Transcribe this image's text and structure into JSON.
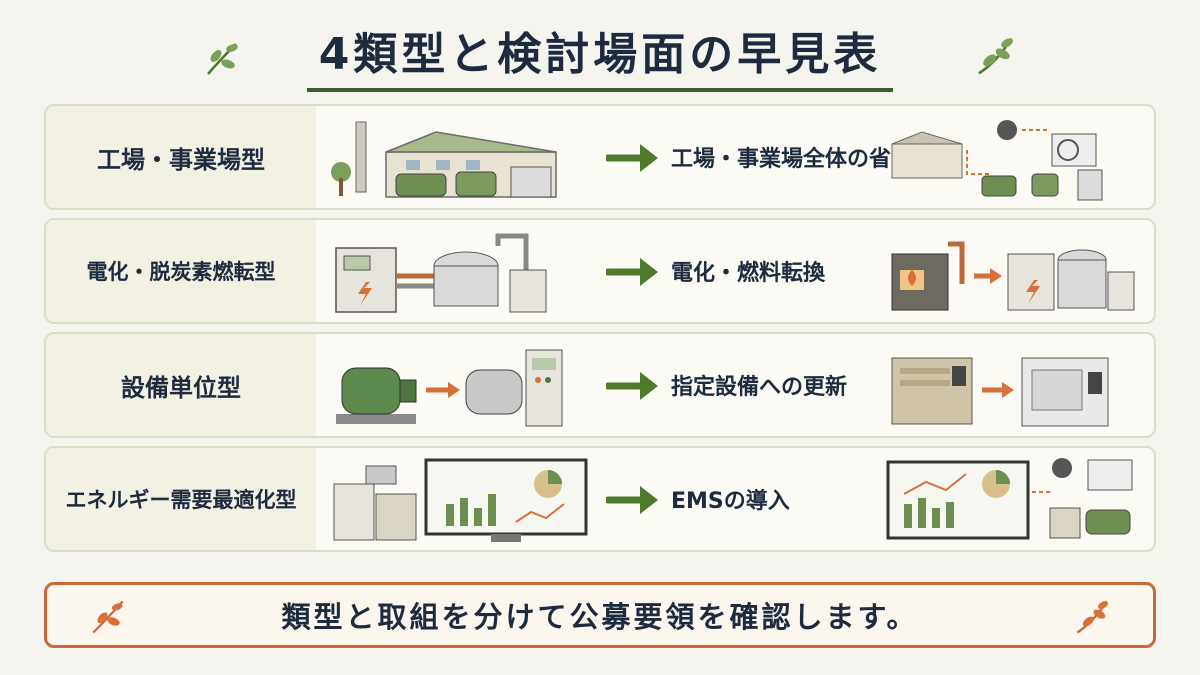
{
  "title": "4類型と検討場面の早見表",
  "rows": [
    {
      "type": "工場・事業場型",
      "action": "工場・事業場全体の省エネ"
    },
    {
      "type": "電化・脱炭素燃転型",
      "action": "電化・燃料転換"
    },
    {
      "type": "設備単位型",
      "action": "指定設備への更新"
    },
    {
      "type": "エネルギー需要最適化型",
      "action": "EMSの導入"
    }
  ],
  "footer": "類型と取組を分けて公募要領を確認します。",
  "colors": {
    "title_underline": "#3e5f34",
    "arrow_green": "#4e7a2e",
    "arrow_orange": "#d8703a",
    "footer_border": "#c9683a",
    "row_border": "#d9dfc8"
  },
  "icons": [
    "leaf-icon",
    "factory-icon",
    "pump-icon",
    "tank-icon",
    "control-panel-icon",
    "motor-icon",
    "monitor-chart-icon",
    "lamp-icon",
    "aircon-icon",
    "boiler-icon"
  ]
}
